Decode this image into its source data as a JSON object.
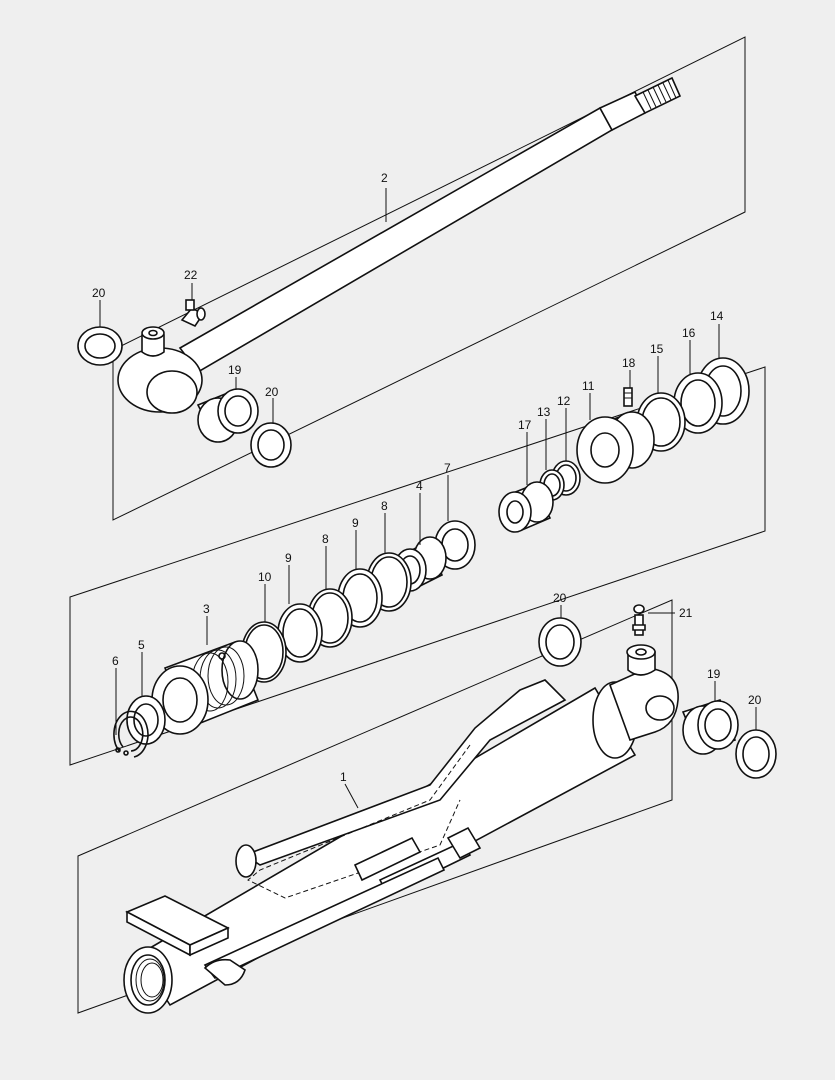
{
  "colors": {
    "background": "#efefef",
    "line": "#111111",
    "part_fill": "#ffffff"
  },
  "callouts": {
    "c1": "1",
    "c2": "2",
    "c3": "3",
    "c4": "4",
    "c5": "5",
    "c6": "6",
    "c7": "7",
    "c8a": "8",
    "c8b": "8",
    "c9a": "9",
    "c9b": "9",
    "c10": "10",
    "c11": "11",
    "c12": "12",
    "c13": "13",
    "c14": "14",
    "c15": "15",
    "c16": "16",
    "c17": "17",
    "c18": "18",
    "c19a": "19",
    "c19b": "19",
    "c20a": "20",
    "c20b": "20",
    "c20c": "20",
    "c20d": "20",
    "c21": "21",
    "c22": "22"
  }
}
